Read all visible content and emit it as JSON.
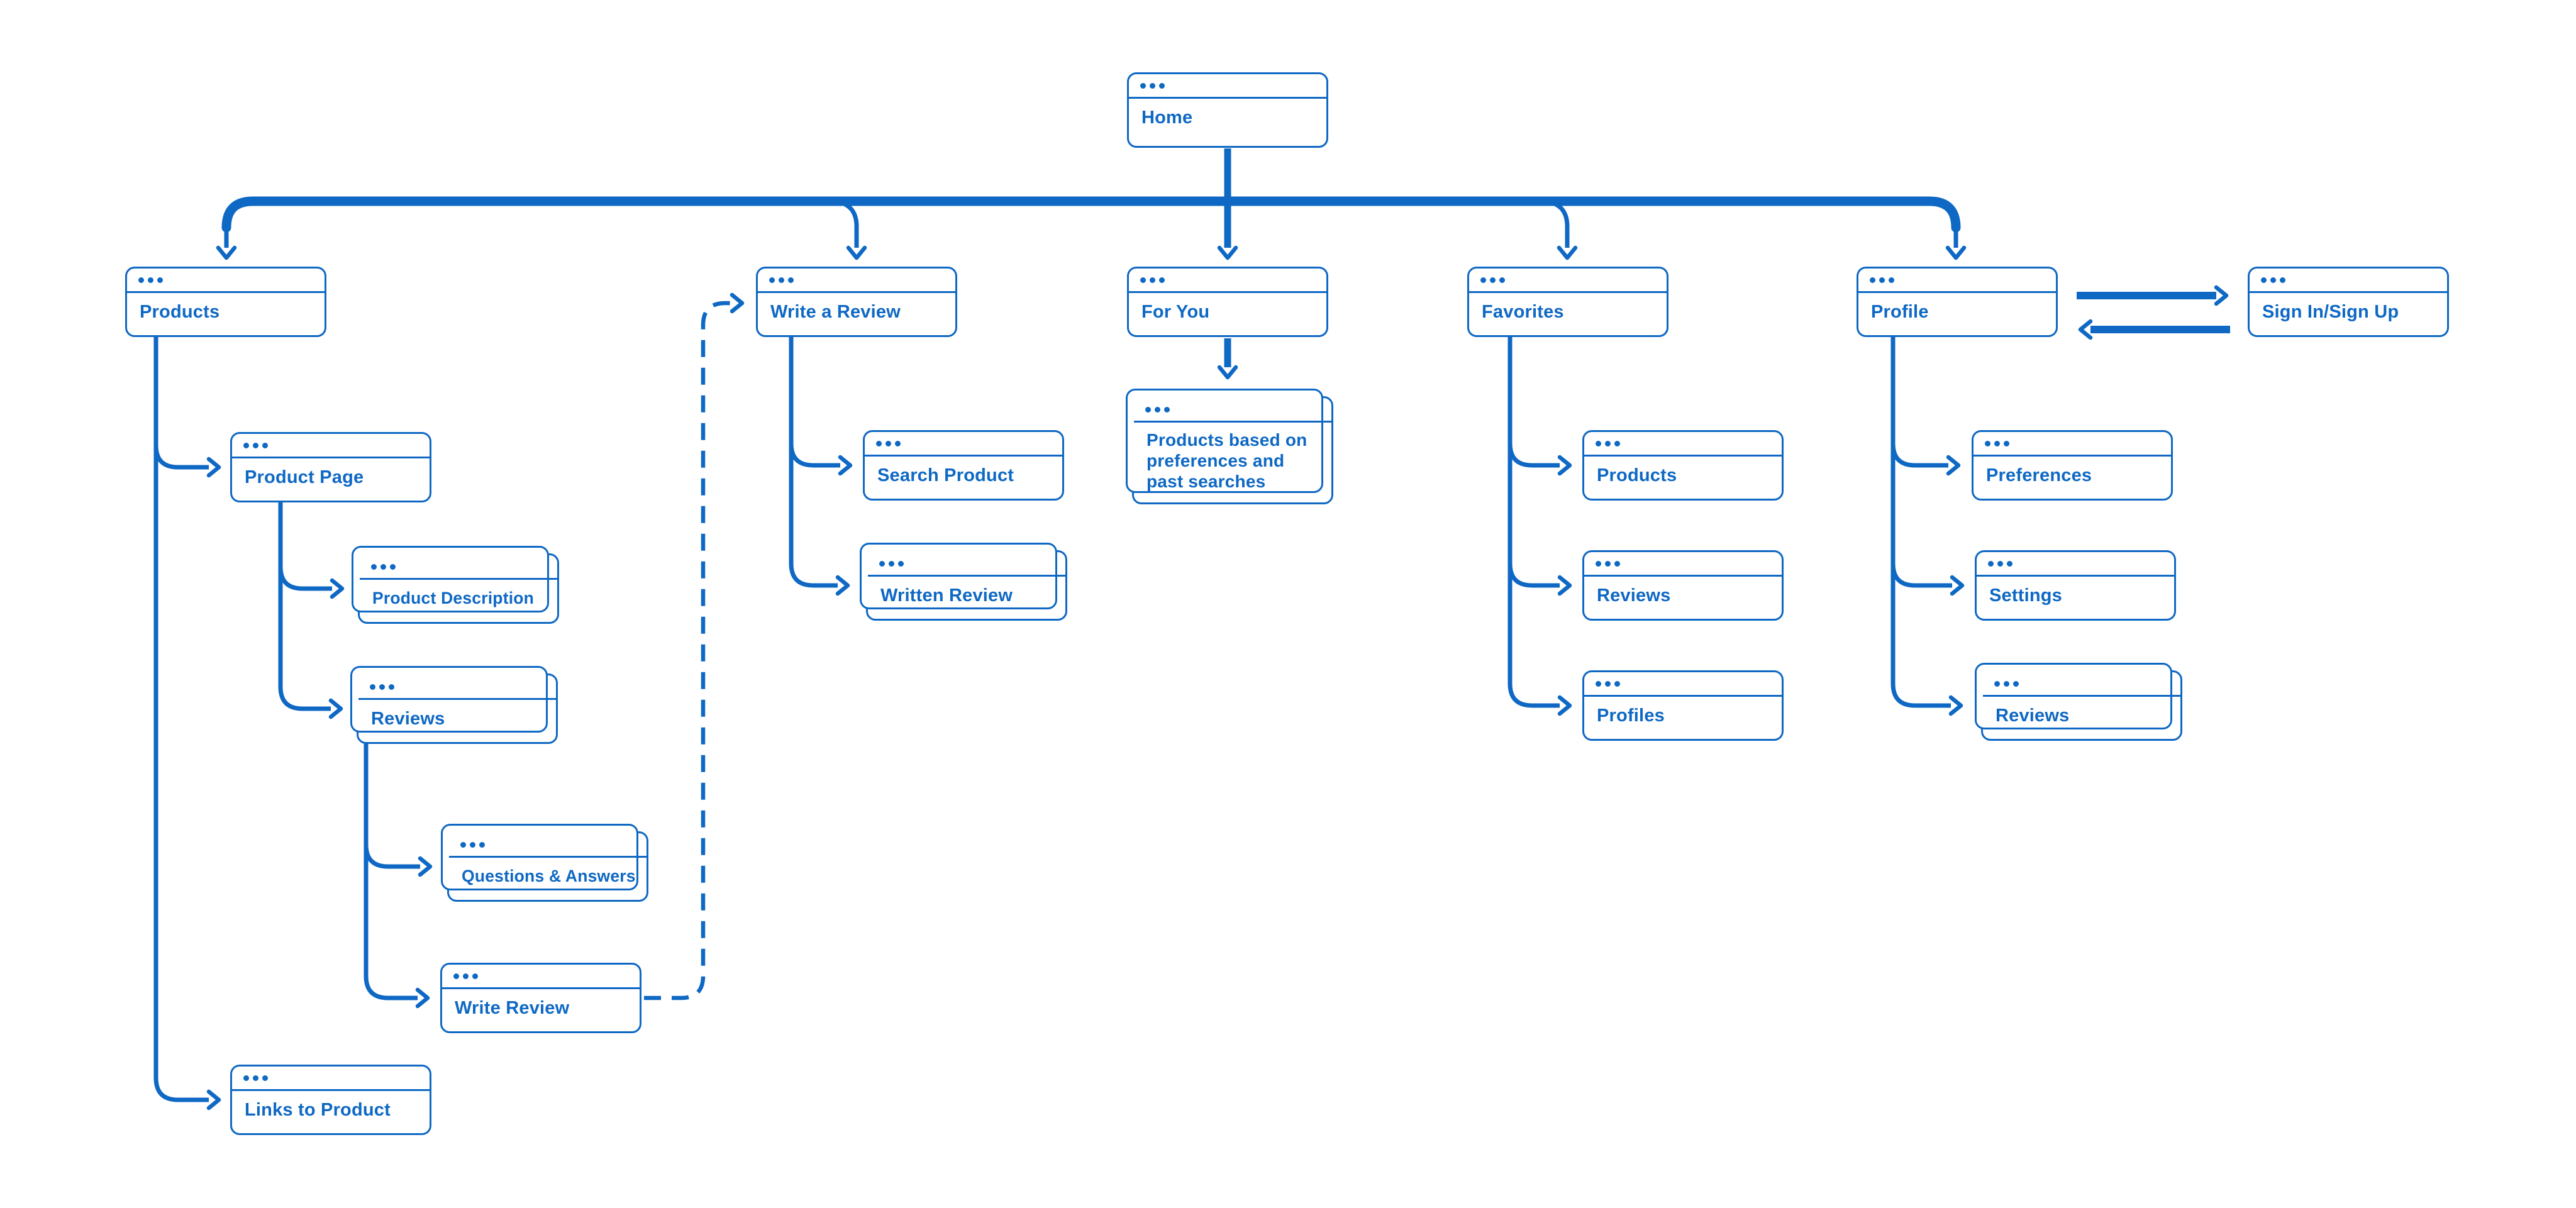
{
  "diagram": {
    "title": "E-commerce app sitemap flowchart",
    "colors": {
      "accent": "#0E68C4",
      "background": "#FFFFFF"
    },
    "nodes": {
      "home": {
        "label": "Home"
      },
      "products": {
        "label": "Products"
      },
      "write_a_review": {
        "label": "Write a Review"
      },
      "for_you": {
        "label": "For You"
      },
      "favorites": {
        "label": "Favorites"
      },
      "profile": {
        "label": "Profile"
      },
      "sign_in": {
        "label": "Sign In/Sign Up"
      },
      "product_page": {
        "label": "Product Page"
      },
      "product_description": {
        "label": "Product Description"
      },
      "product_reviews": {
        "label": "Reviews"
      },
      "questions_answers": {
        "label": "Questions & Answers"
      },
      "write_review": {
        "label": "Write Review"
      },
      "links_to_product": {
        "label": "Links to Product"
      },
      "search_product": {
        "label": "Search Product"
      },
      "written_review": {
        "label": "Written Review"
      },
      "products_based": {
        "label": "Products based on preferences and past searches"
      },
      "favorites_products": {
        "label": "Products"
      },
      "favorites_reviews": {
        "label": "Reviews"
      },
      "favorites_profiles": {
        "label": "Profiles"
      },
      "preferences": {
        "label": "Preferences"
      },
      "settings": {
        "label": "Settings"
      },
      "profile_reviews": {
        "label": "Reviews"
      }
    }
  }
}
